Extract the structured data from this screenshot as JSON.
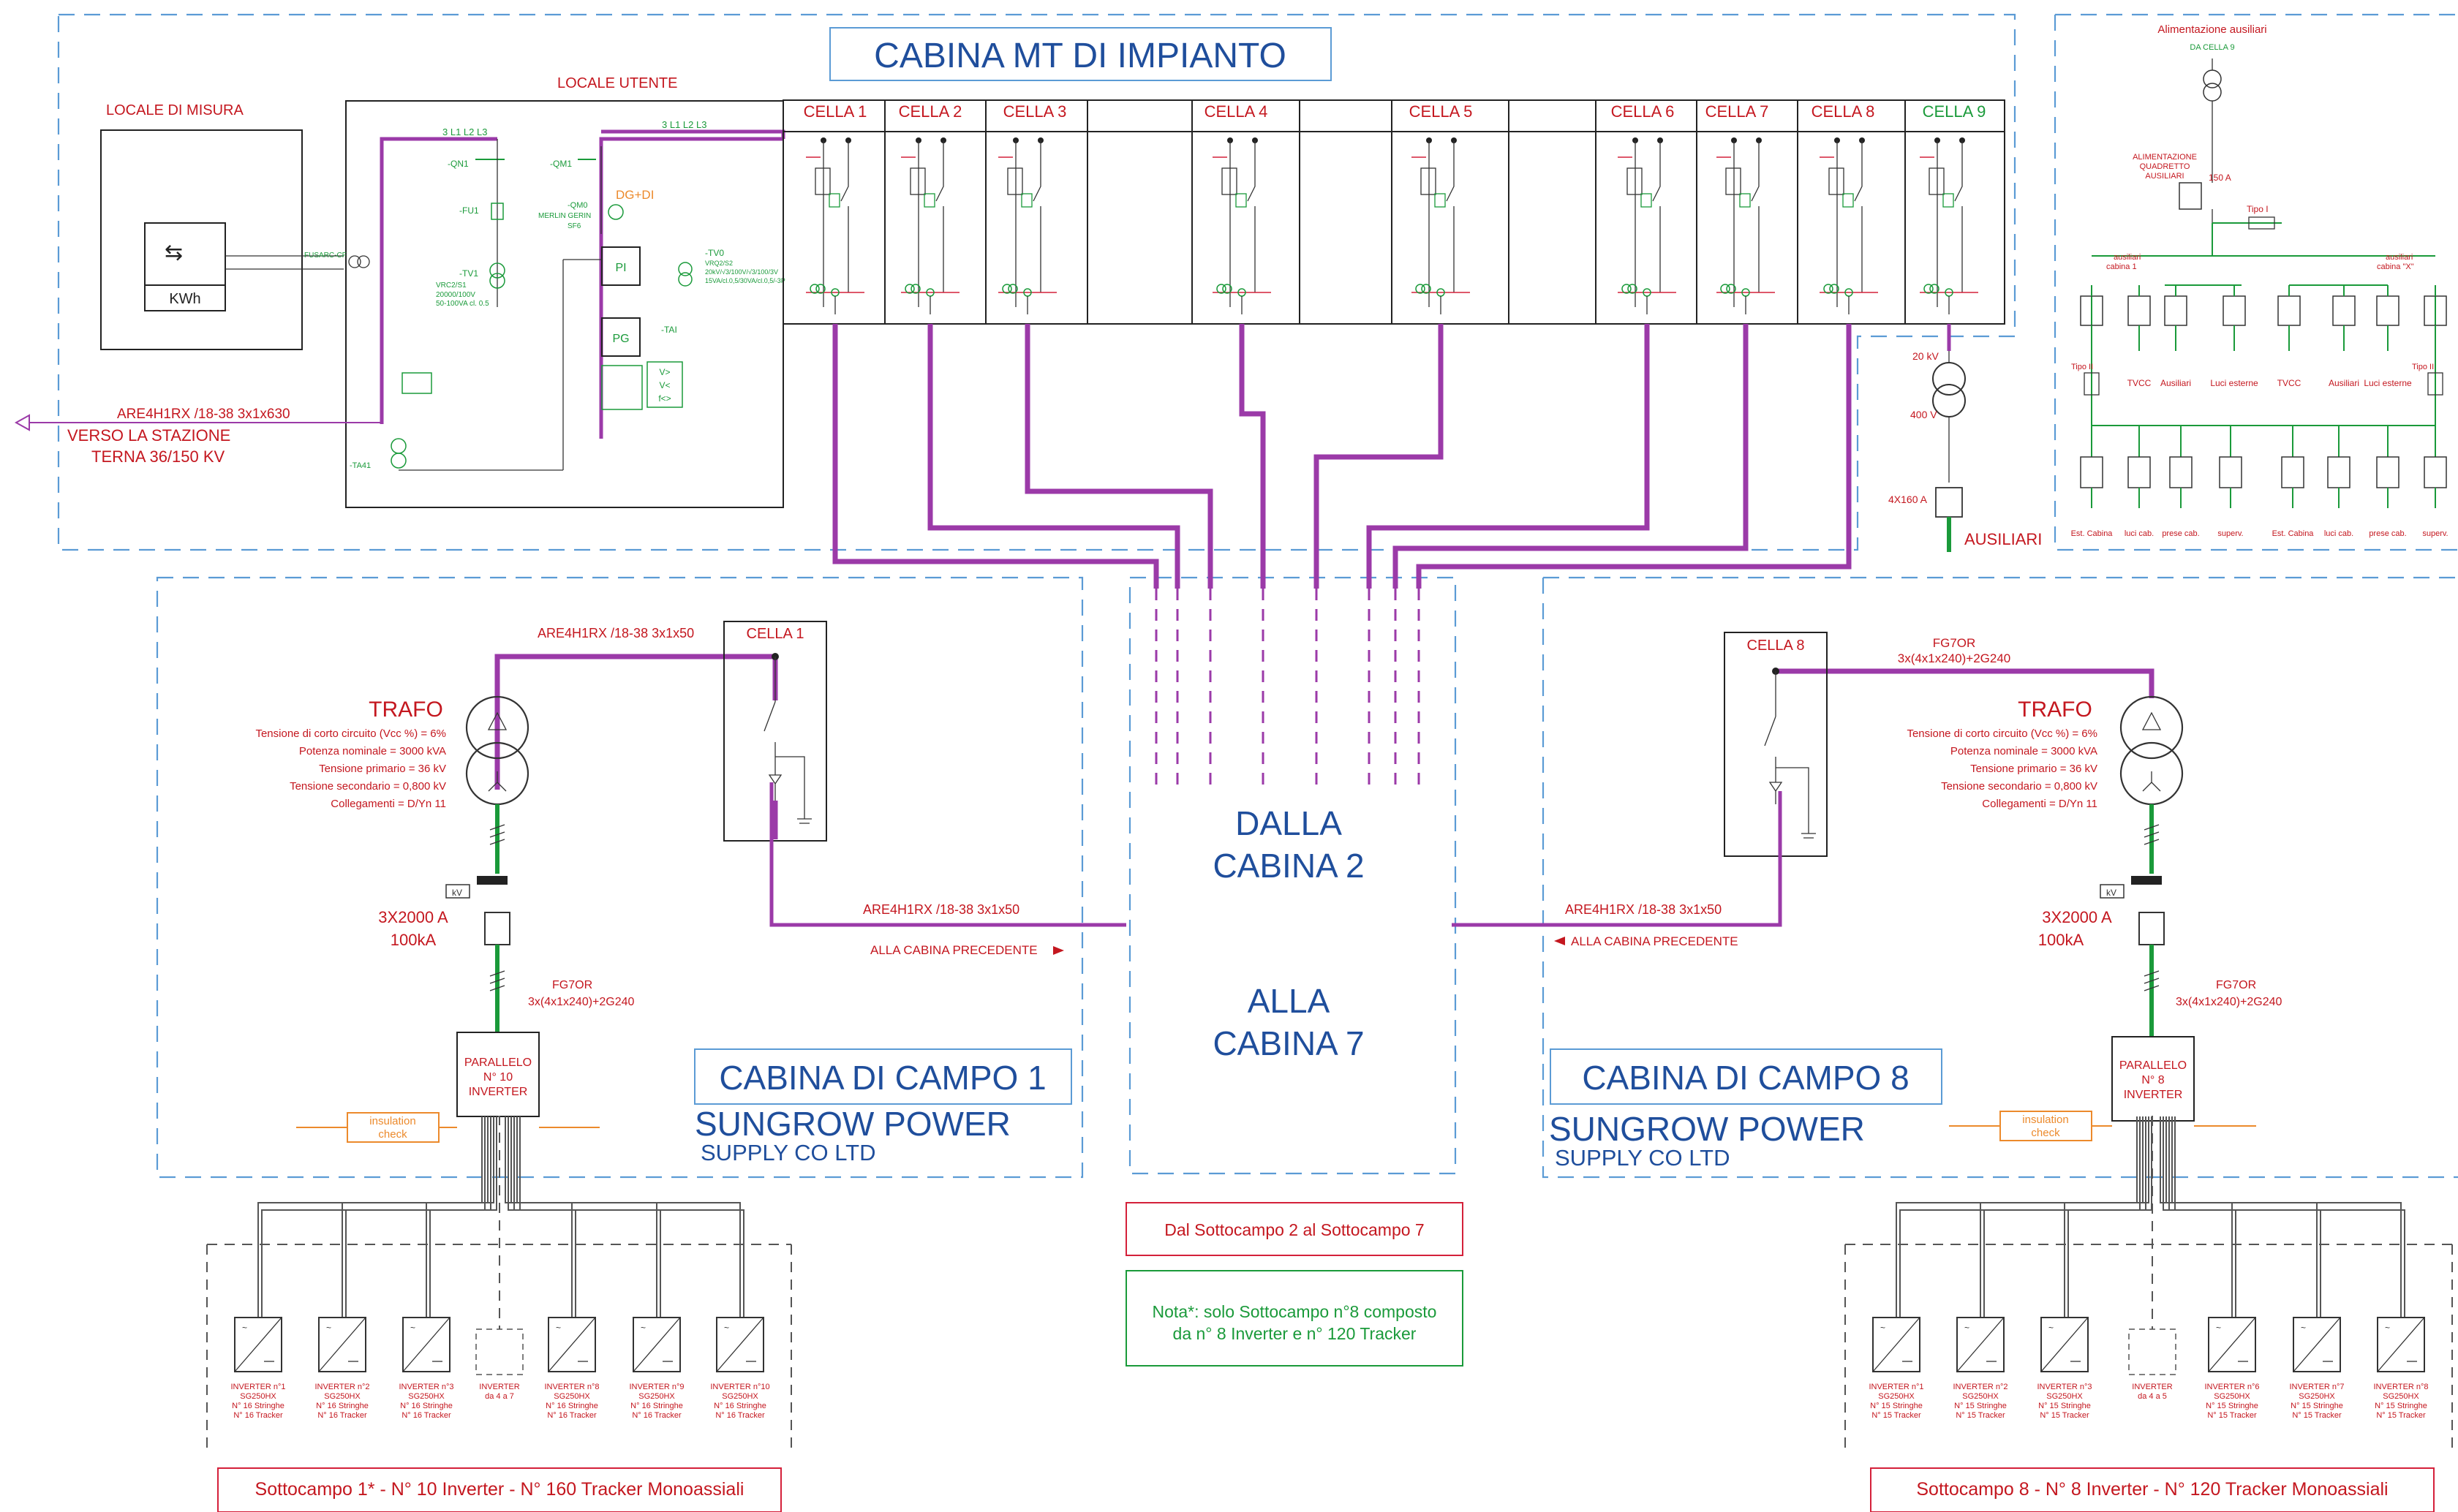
{
  "header": {
    "cabina_mt_title": "CABINA MT DI IMPIANTO",
    "locale_misura": "LOCALE DI MISURA",
    "locale_utente": "LOCALE  UTENTE",
    "kwh_label": "KWh"
  },
  "cells": [
    "CELLA 1",
    "CELLA 2",
    "CELLA 3",
    "CELLA 4",
    "CELLA 5",
    "CELLA 6",
    "CELLA 7",
    "CELLA 8",
    "CELLA 9"
  ],
  "incoming": {
    "cable": "ARE4H1RX /18-38 3x1x630",
    "dest_line1": "VERSO LA STAZIONE",
    "dest_line2": "TERNA 36/150 KV"
  },
  "user_room": {
    "bus_label_1": "3 L1  L2  L3",
    "bus_label_2": "3 L1  L2  L3",
    "qn1": "-QN1",
    "qm1": "-QM1",
    "qm0": "-QM0",
    "merlin": "MERLIN GERIN",
    "sf6": "SF6",
    "fu1": "-FU1",
    "tv1": "-TV1",
    "tv1_spec": "VRC2/S1",
    "tv1_ratio": "20000/100V",
    "tv1_power": "50-100VA  cl. 0.5",
    "tv0": "-TV0",
    "tv0_spec": "VRQ2/S2",
    "tv0_ratio": "20kV/√3/100V/√3/100/3V",
    "tv0_power": "15VA/cl.0,5/30VA/cl.0,5/-3P",
    "dg_di": "DG+DI",
    "pi": "PI",
    "pg": "PG",
    "ta41": "-TA41",
    "tai": "-TAI",
    "fusari": "FUSARC-CF",
    "relay_a": "V>",
    "relay_b": "V<",
    "relay_c": "f<>"
  },
  "aux_panel": {
    "title": "Alimentazione ausiliari",
    "from": "DA CELLA 9",
    "quadretto": "ALIMENTAZIONE QUADRETTO AUSILIARI",
    "breaker_rating": "150 A",
    "tipo_i": "Tipo I",
    "tipo_ii_left": "Tipo II",
    "tipo_ii_right": "Tipo II",
    "ausiliari_1": "ausiliari cabina 1",
    "ausiliari_x": "ausiliari cabina \"X\"",
    "upper_labels": [
      "TVCC",
      "Ausiliari",
      "Luci esterne",
      "TVCC",
      "Ausiliari",
      "Luci esterne"
    ],
    "lower_labels": [
      "Est. Cabina",
      "luci cab.",
      "prese cab.",
      "superv.",
      "Est. Cabina",
      "luci cab.",
      "prese cab.",
      "superv."
    ]
  },
  "cella9_feed": {
    "hv": "20 kV",
    "lv": "400 V",
    "breaker": "4X160 A",
    "ausiliari": "AUSILIARI"
  },
  "center": {
    "dalla_1": "DALLA",
    "dalla_2": "CABINA 2",
    "alla_1": "ALLA",
    "alla_2": "CABINA 7",
    "note_range": "Dal Sottocampo 2 al Sottocampo 7",
    "note_star_1": "Nota*: solo Sottocampo n°8  composto",
    "note_star_2": "da n° 8 Inverter e n° 120 Tracker"
  },
  "campo1": {
    "mv_cable": "ARE4H1RX /18-38 3x1x50",
    "cell": "CELLA 1",
    "trafo": "TRAFO",
    "trafo_specs": [
      "Tensione di corto circuito (Vcc %) = 6%",
      "Potenza nominale = 3000 kVA",
      "Tensione primario = 36 kV",
      "Tensione secondario = 0,800 kV",
      "Collegamenti = D/Yn 11"
    ],
    "breaker": "3X2000 A",
    "breaker_kA": "100kA",
    "lv_cable": "FG7OR",
    "lv_cable_spec": "3x(4x1x240)+2G240",
    "parallel_1": "PARALLELO",
    "parallel_2": "N° 10",
    "parallel_3": "INVERTER",
    "insulation_1": "insulation",
    "insulation_2": "check",
    "out_cable": "ARE4H1RX /18-38 3x1x50",
    "prev": "ALLA CABINA PRECEDENTE",
    "cabina_title": "CABINA DI CAMPO 1",
    "brand_1": "SUNGROW POWER",
    "brand_2": "SUPPLY CO LTD",
    "inverters": [
      {
        "name": "INVERTER n°1",
        "model": "SG250HX",
        "strings": "N° 16 Stringhe",
        "tracker": "N° 16 Tracker"
      },
      {
        "name": "INVERTER n°2",
        "model": "SG250HX",
        "strings": "N° 16 Stringhe",
        "tracker": "N° 16 Tracker"
      },
      {
        "name": "INVERTER n°3",
        "model": "SG250HX",
        "strings": "N° 16 Stringhe",
        "tracker": "N° 16 Tracker"
      },
      {
        "name": "INVERTER",
        "model": "da 4 a 7",
        "strings": "",
        "tracker": "",
        "placeholder": true
      },
      {
        "name": "INVERTER n°8",
        "model": "SG250HX",
        "strings": "N° 16 Stringhe",
        "tracker": "N° 16 Tracker"
      },
      {
        "name": "INVERTER n°9",
        "model": "SG250HX",
        "strings": "N° 16 Stringhe",
        "tracker": "N° 16 Tracker"
      },
      {
        "name": "INVERTER n°10",
        "model": "SG250HX",
        "strings": "N° 16 Stringhe",
        "tracker": "N° 16 Tracker"
      }
    ],
    "footer": "Sottocampo 1* - N° 10 Inverter - N° 160 Tracker Monoassiali"
  },
  "campo8": {
    "mv_cable": "FG7OR",
    "mv_cable_spec": "3x(4x1x240)+2G240",
    "cell": "CELLA 8",
    "trafo": "TRAFO",
    "trafo_specs": [
      "Tensione di corto circuito (Vcc %) = 6%",
      "Potenza nominale = 3000 kVA",
      "Tensione primario = 36 kV",
      "Tensione secondario = 0,800 kV",
      "Collegamenti = D/Yn 11"
    ],
    "breaker": "3X2000 A",
    "breaker_kA": "100kA",
    "lv_cable": "FG7OR",
    "lv_cable_spec": "3x(4x1x240)+2G240",
    "parallel_1": "PARALLELO",
    "parallel_2": "N° 8",
    "parallel_3": "INVERTER",
    "insulation_1": "insulation",
    "insulation_2": "check",
    "out_cable": "ARE4H1RX /18-38 3x1x50",
    "prev": "ALLA CABINA PRECEDENTE",
    "cabina_title": "CABINA DI CAMPO 8",
    "brand_1": "SUNGROW POWER",
    "brand_2": "SUPPLY CO LTD",
    "inverters": [
      {
        "name": "INVERTER n°1",
        "model": "SG250HX",
        "strings": "N° 15 Stringhe",
        "tracker": "N° 15 Tracker"
      },
      {
        "name": "INVERTER n°2",
        "model": "SG250HX",
        "strings": "N° 15 Stringhe",
        "tracker": "N° 15 Tracker"
      },
      {
        "name": "INVERTER n°3",
        "model": "SG250HX",
        "strings": "N° 15 Stringhe",
        "tracker": "N° 15 Tracker"
      },
      {
        "name": "INVERTER",
        "model": "da 4 a 5",
        "strings": "",
        "tracker": "",
        "placeholder": true
      },
      {
        "name": "INVERTER n°6",
        "model": "SG250HX",
        "strings": "N° 15 Stringhe",
        "tracker": "N° 15 Tracker"
      },
      {
        "name": "INVERTER n°7",
        "model": "SG250HX",
        "strings": "N° 15 Stringhe",
        "tracker": "N° 15 Tracker"
      },
      {
        "name": "INVERTER n°8",
        "model": "SG250HX",
        "strings": "N° 15 Stringhe",
        "tracker": "N° 15 Tracker"
      }
    ],
    "footer": "Sottocampo 8 - N° 8 Inverter - N° 120 Tracker Monoassiali"
  },
  "colors": {
    "blue_title": "#1f4e9c",
    "red_text": "#c4171f",
    "green_text": "#1a9a3a",
    "cable_purple": "#9b3aa8",
    "frame_blue": "#5b9bd5"
  }
}
